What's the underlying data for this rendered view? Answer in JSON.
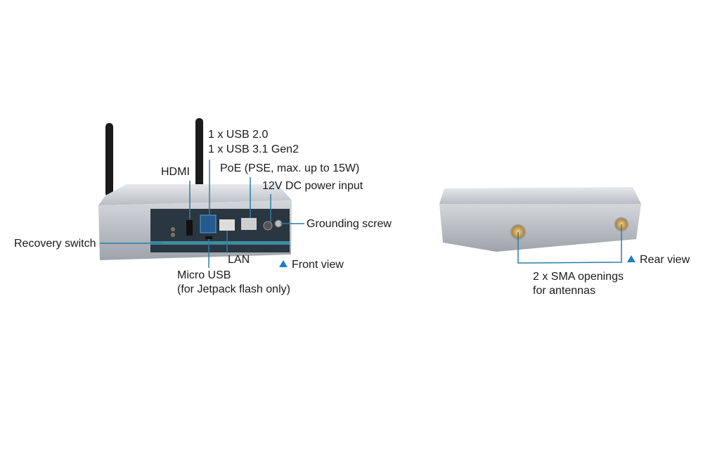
{
  "front": {
    "usb_line1": "1 x USB 2.0",
    "usb_line2": "1 x USB 3.1 Gen2",
    "hdmi": "HDMI",
    "poe": "PoE (PSE, max. up to 15W)",
    "power": "12V DC power input",
    "grounding": "Grounding screw",
    "recovery": "Recovery switch",
    "lan": "LAN",
    "micro_usb_line1": "Micro USB",
    "micro_usb_line2": "(for Jetpack flash only)",
    "view_label": "Front view"
  },
  "rear": {
    "view_label": "Rear view",
    "sma_line1": "2 x SMA openings",
    "sma_line2": "for antennas"
  },
  "colors": {
    "leader": "#2b7ea3",
    "accent": "#1f7fc0",
    "chassis": "#c9ccd2"
  }
}
